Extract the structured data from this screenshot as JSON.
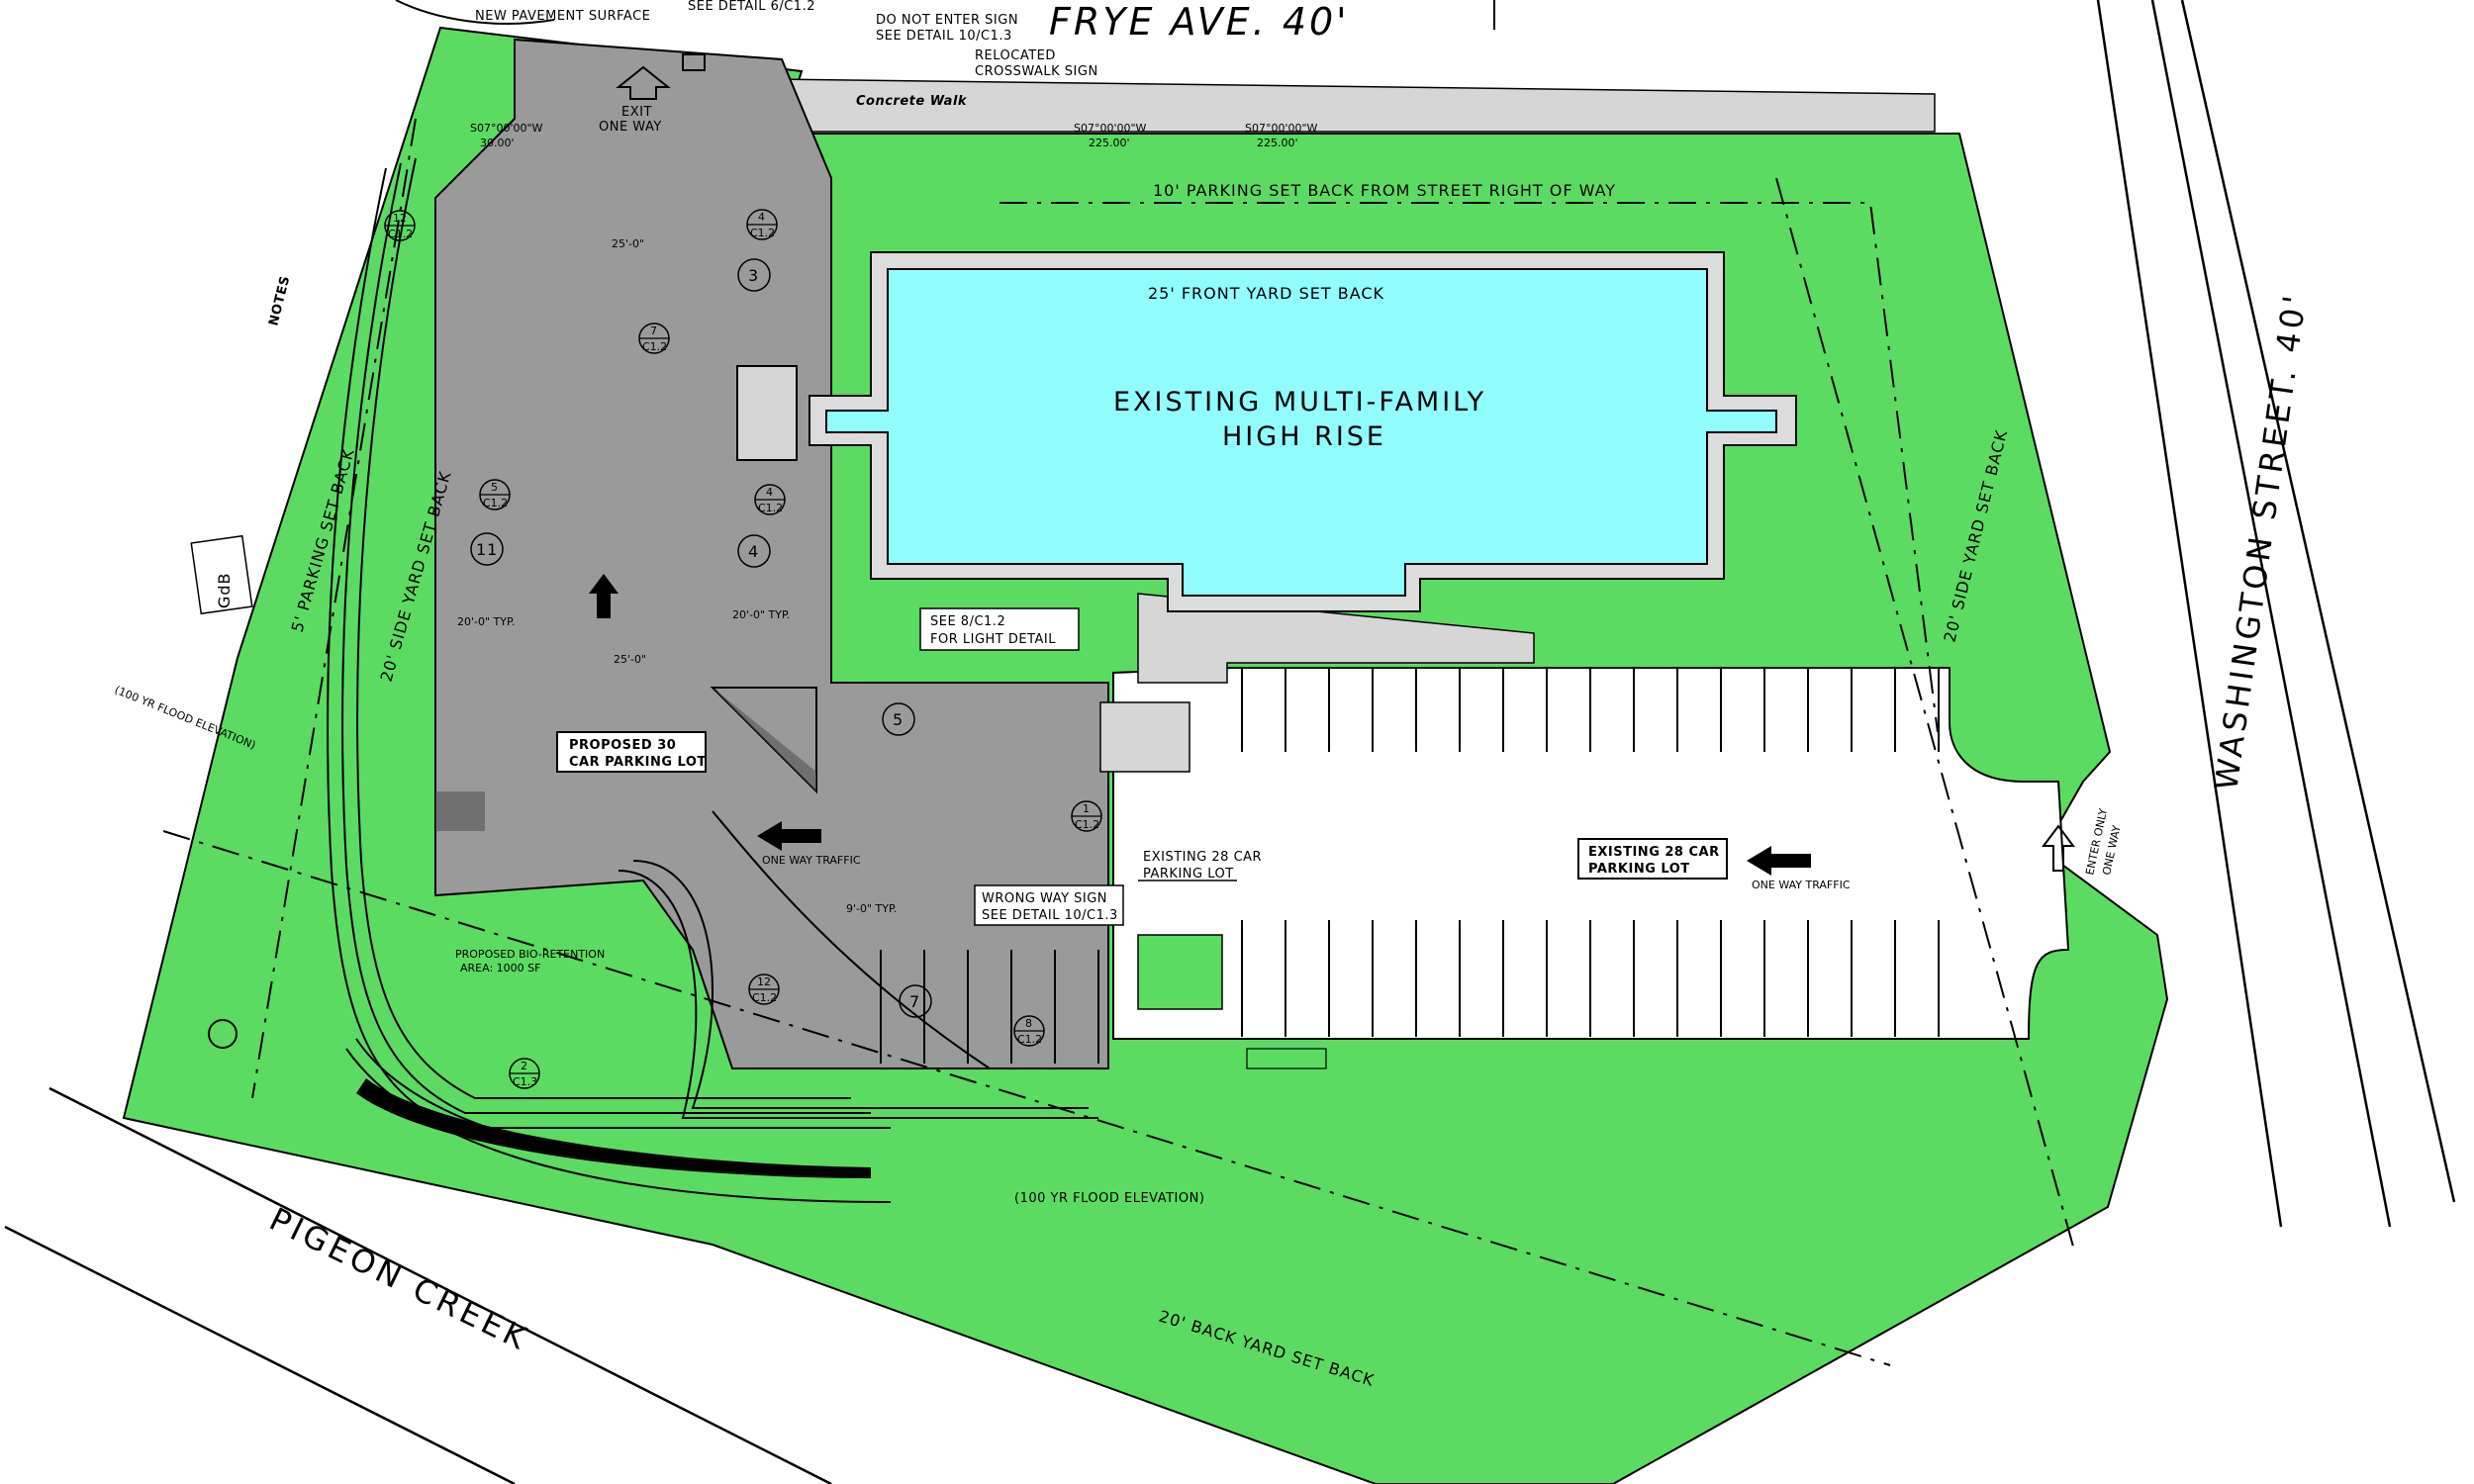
{
  "colors": {
    "grass": "#5cdb62",
    "pavement": "#9a9a9a",
    "building": "#90fcfc",
    "building_wall": "#dcdcdc",
    "walk": "#d6d6d6",
    "ink": "#000000"
  },
  "streets": {
    "frye": "FRYE AVE.  40'",
    "washington": "WASHINGTON STREET.  40'",
    "creek": "PIGEON CREEK"
  },
  "building": {
    "line1": "EXISTING MULTI-FAMILY",
    "line2": "HIGH RISE"
  },
  "setbacks": {
    "parking_street": "10' PARKING SET BACK FROM STREET RIGHT OF WAY",
    "front_yard": "25' FRONT YARD SET BACK",
    "side_yard_right": "20' SIDE YARD SET BACK",
    "side_yard_left": "20' SIDE YARD SET BACK",
    "parking_left": "5' PARKING SET BACK",
    "back_yard": "20' BACK YARD SET BACK"
  },
  "callouts": {
    "new_pavement": "NEW PAVEMENT SURFACE",
    "see_detail_6": "SEE DETAIL 6/C1.2",
    "do_not_enter_1": "DO NOT ENTER SIGN",
    "do_not_enter_2": "SEE DETAIL 10/C1.3",
    "crosswalk_1": "RELOCATED",
    "crosswalk_2": "CROSSWALK SIGN",
    "concrete_walk": "Concrete Walk",
    "light_1": "SEE 8/C1.2",
    "light_2": "FOR LIGHT DETAIL",
    "wrong_way_1": "WRONG WAY SIGN",
    "wrong_way_2": "SEE DETAIL 10/C1.3",
    "existing_lot_1": "EXISTING 28 CAR",
    "existing_lot_2": "PARKING LOT",
    "flood_elev": "(100 YR FLOOD ELEVATION)",
    "flood_elev_left": "(100 YR FLOOD ELEVATION)",
    "bio_1": "PROPOSED BIO-RETENTION",
    "bio_2": "AREA: 1000 SF",
    "soil": "GdB",
    "notes_title": "NOTES",
    "typ_20": "20'-0\" TYP.",
    "typ_9": "9'-0\" TYP.",
    "dim_25": "25'-0\""
  },
  "boxed_labels": {
    "proposed_1": "PROPOSED 30",
    "proposed_2": "CAR PARKING LOT",
    "existing_1": "EXISTING 28 CAR",
    "existing_2": "PARKING LOT"
  },
  "arrows": {
    "exit_1": "EXIT",
    "exit_2": "ONE WAY",
    "enter_1": "ENTER ONLY",
    "enter_2": "ONE WAY",
    "one_way_traffic": "ONE WAY TRAFFIC"
  },
  "bearings": {
    "frye_1": "S07°00'00\"W",
    "frye_1_dist": "30.00'",
    "frye_2": "S07°00'00\"W",
    "frye_2_dist": "225.00'",
    "frye_3": "S07°00'00\"W",
    "frye_3_dist": "225.00'"
  },
  "island_numbers": [
    "3",
    "4",
    "11",
    "5",
    "7"
  ],
  "detail_refs": [
    {
      "num": "4",
      "sheet": "C1.2"
    },
    {
      "num": "7",
      "sheet": "C1.2"
    },
    {
      "num": "5",
      "sheet": "C1.2"
    },
    {
      "num": "4",
      "sheet": "C1.2"
    },
    {
      "num": "12",
      "sheet": "C1.2"
    },
    {
      "num": "1",
      "sheet": "C1.2"
    },
    {
      "num": "12",
      "sheet": "C1.2"
    },
    {
      "num": "8",
      "sheet": "C1.2"
    },
    {
      "num": "2",
      "sheet": "C1.3"
    }
  ]
}
